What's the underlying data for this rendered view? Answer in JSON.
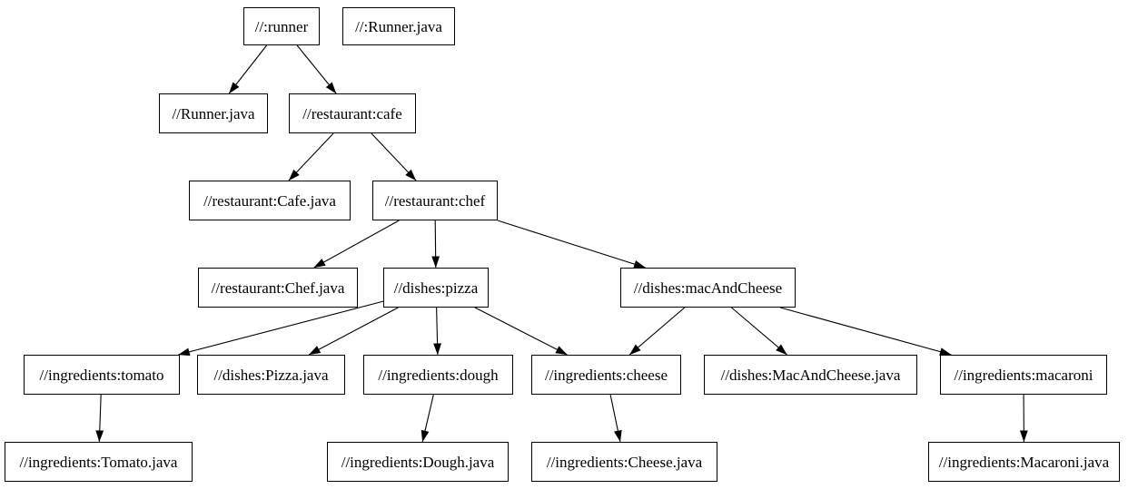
{
  "graph": {
    "type": "directed-dependency-graph",
    "background_color": "#ffffff",
    "node_fill_color": "#ffffff",
    "node_border_color": "#000000",
    "edge_color": "#000000",
    "text_color": "#000000",
    "nodes": [
      {
        "id": "runner",
        "label": "//:runner"
      },
      {
        "id": "runner-java-root",
        "label": "//:Runner.java"
      },
      {
        "id": "runner-java",
        "label": "//Runner.java"
      },
      {
        "id": "cafe",
        "label": "//restaurant:cafe"
      },
      {
        "id": "cafe-java",
        "label": "//restaurant:Cafe.java"
      },
      {
        "id": "chef",
        "label": "//restaurant:chef"
      },
      {
        "id": "chef-java",
        "label": "//restaurant:Chef.java"
      },
      {
        "id": "pizza",
        "label": "//dishes:pizza"
      },
      {
        "id": "mac-and-cheese",
        "label": "//dishes:macAndCheese"
      },
      {
        "id": "tomato",
        "label": "//ingredients:tomato"
      },
      {
        "id": "pizza-java",
        "label": "//dishes:Pizza.java"
      },
      {
        "id": "dough",
        "label": "//ingredients:dough"
      },
      {
        "id": "cheese",
        "label": "//ingredients:cheese"
      },
      {
        "id": "mac-and-cheese-java",
        "label": "//dishes:MacAndCheese.java"
      },
      {
        "id": "macaroni",
        "label": "//ingredients:macaroni"
      },
      {
        "id": "tomato-java",
        "label": "//ingredients:Tomato.java"
      },
      {
        "id": "dough-java",
        "label": "//ingredients:Dough.java"
      },
      {
        "id": "cheese-java",
        "label": "//ingredients:Cheese.java"
      },
      {
        "id": "macaroni-java",
        "label": "//ingredients:Macaroni.java"
      }
    ],
    "edges": [
      {
        "from": "runner",
        "to": "runner-java"
      },
      {
        "from": "runner",
        "to": "cafe"
      },
      {
        "from": "cafe",
        "to": "cafe-java"
      },
      {
        "from": "cafe",
        "to": "chef"
      },
      {
        "from": "chef",
        "to": "chef-java"
      },
      {
        "from": "chef",
        "to": "pizza"
      },
      {
        "from": "chef",
        "to": "mac-and-cheese"
      },
      {
        "from": "pizza",
        "to": "tomato"
      },
      {
        "from": "pizza",
        "to": "pizza-java"
      },
      {
        "from": "pizza",
        "to": "dough"
      },
      {
        "from": "pizza",
        "to": "cheese"
      },
      {
        "from": "mac-and-cheese",
        "to": "cheese"
      },
      {
        "from": "mac-and-cheese",
        "to": "mac-and-cheese-java"
      },
      {
        "from": "mac-and-cheese",
        "to": "macaroni"
      },
      {
        "from": "tomato",
        "to": "tomato-java"
      },
      {
        "from": "dough",
        "to": "dough-java"
      },
      {
        "from": "cheese",
        "to": "cheese-java"
      },
      {
        "from": "macaroni",
        "to": "macaroni-java"
      }
    ]
  }
}
